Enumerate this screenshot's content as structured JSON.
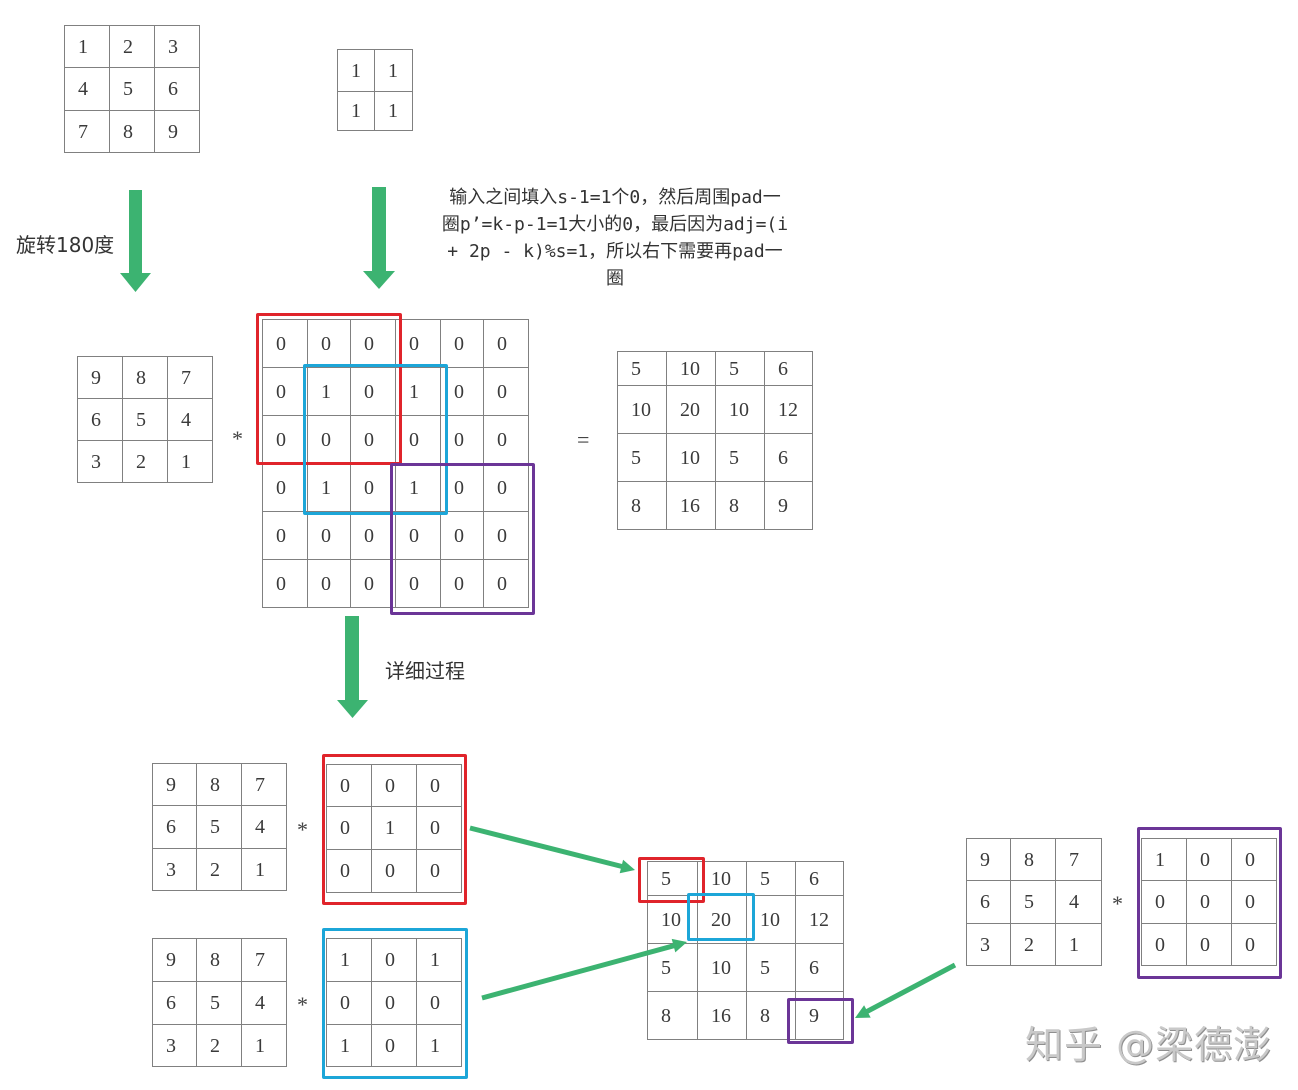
{
  "matrices": {
    "input": [
      [
        1,
        2,
        3
      ],
      [
        4,
        5,
        6
      ],
      [
        7,
        8,
        9
      ]
    ],
    "kernel": [
      [
        1,
        1
      ],
      [
        1,
        1
      ]
    ],
    "rotated_input": [
      [
        9,
        8,
        7
      ],
      [
        6,
        5,
        4
      ],
      [
        3,
        2,
        1
      ]
    ],
    "padded_kernel": [
      [
        0,
        0,
        0,
        0,
        0,
        0
      ],
      [
        0,
        1,
        0,
        1,
        0,
        0
      ],
      [
        0,
        0,
        0,
        0,
        0,
        0
      ],
      [
        0,
        1,
        0,
        1,
        0,
        0
      ],
      [
        0,
        0,
        0,
        0,
        0,
        0
      ],
      [
        0,
        0,
        0,
        0,
        0,
        0
      ]
    ],
    "result": [
      [
        5,
        10,
        5,
        6
      ],
      [
        10,
        20,
        10,
        12
      ],
      [
        5,
        10,
        5,
        6
      ],
      [
        8,
        16,
        8,
        9
      ]
    ],
    "detail_rotated_1": [
      [
        9,
        8,
        7
      ],
      [
        6,
        5,
        4
      ],
      [
        3,
        2,
        1
      ]
    ],
    "detail_patch_red": [
      [
        0,
        0,
        0
      ],
      [
        0,
        1,
        0
      ],
      [
        0,
        0,
        0
      ]
    ],
    "detail_rotated_2": [
      [
        9,
        8,
        7
      ],
      [
        6,
        5,
        4
      ],
      [
        3,
        2,
        1
      ]
    ],
    "detail_patch_blue": [
      [
        1,
        0,
        1
      ],
      [
        0,
        0,
        0
      ],
      [
        1,
        0,
        1
      ]
    ],
    "detail_result": [
      [
        5,
        10,
        5,
        6
      ],
      [
        10,
        20,
        10,
        12
      ],
      [
        5,
        10,
        5,
        6
      ],
      [
        8,
        16,
        8,
        9
      ]
    ],
    "detail_rotated_3": [
      [
        9,
        8,
        7
      ],
      [
        6,
        5,
        4
      ],
      [
        3,
        2,
        1
      ]
    ],
    "detail_patch_purple": [
      [
        1,
        0,
        0
      ],
      [
        0,
        0,
        0
      ],
      [
        0,
        0,
        0
      ]
    ]
  },
  "labels": {
    "rotate": "旋转180度",
    "padding_explanation": [
      "输入之间填入s-1=1个0，然后周围pad一",
      "圈p’=k-p-1=1大小的0，最后因为adj=(i",
      "+ 2p - k)%s=1，所以右下需要再pad一",
      "圈"
    ],
    "detail_process": "详细过程",
    "conv_operator": "*",
    "equals": "=",
    "watermark": "知乎 @梁德澎"
  },
  "icons": {
    "arrow": "green-arrow-icon"
  },
  "colors": {
    "arrow": "#3cb371",
    "red": "#e0242b",
    "blue": "#1ca6d8",
    "purple": "#6b3597",
    "grid": "#808080"
  }
}
